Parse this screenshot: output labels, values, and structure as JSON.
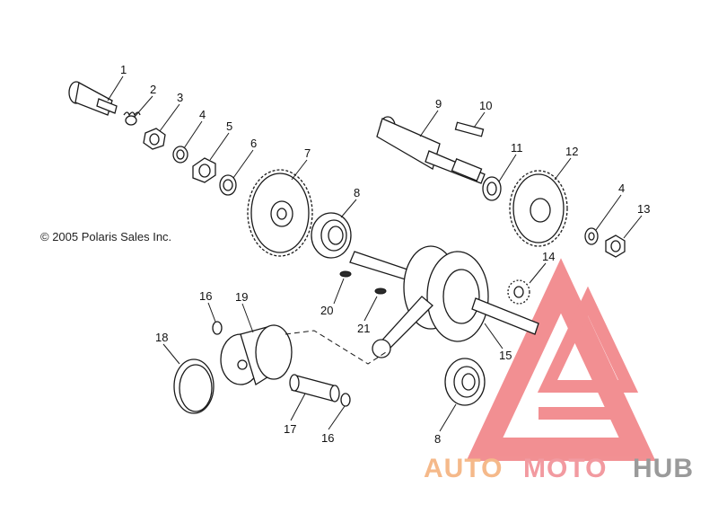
{
  "copyright": "© 2005 Polaris Sales Inc.",
  "callouts": [
    {
      "id": "c1",
      "text": "1"
    },
    {
      "id": "c2",
      "text": "2"
    },
    {
      "id": "c3",
      "text": "3"
    },
    {
      "id": "c4a",
      "text": "4"
    },
    {
      "id": "c5",
      "text": "5"
    },
    {
      "id": "c6",
      "text": "6"
    },
    {
      "id": "c7",
      "text": "7"
    },
    {
      "id": "c8a",
      "text": "8"
    },
    {
      "id": "c9",
      "text": "9"
    },
    {
      "id": "c10",
      "text": "10"
    },
    {
      "id": "c11",
      "text": "11"
    },
    {
      "id": "c12",
      "text": "12"
    },
    {
      "id": "c4b",
      "text": "4"
    },
    {
      "id": "c13",
      "text": "13"
    },
    {
      "id": "c14",
      "text": "14"
    },
    {
      "id": "c15",
      "text": "15"
    },
    {
      "id": "c16a",
      "text": "16"
    },
    {
      "id": "c19",
      "text": "19"
    },
    {
      "id": "c18",
      "text": "18"
    },
    {
      "id": "c20",
      "text": "20"
    },
    {
      "id": "c21",
      "text": "21"
    },
    {
      "id": "c17",
      "text": "17"
    },
    {
      "id": "c16b",
      "text": "16"
    },
    {
      "id": "c8b",
      "text": "8"
    }
  ],
  "watermark": {
    "part1": "AUTO",
    "part2": "MOTO",
    "part3": "HUB",
    "color1": "#f5b98a",
    "color2": "#f29aa0",
    "color3": "#9a9a9a",
    "logo_color": "#f07c80"
  }
}
